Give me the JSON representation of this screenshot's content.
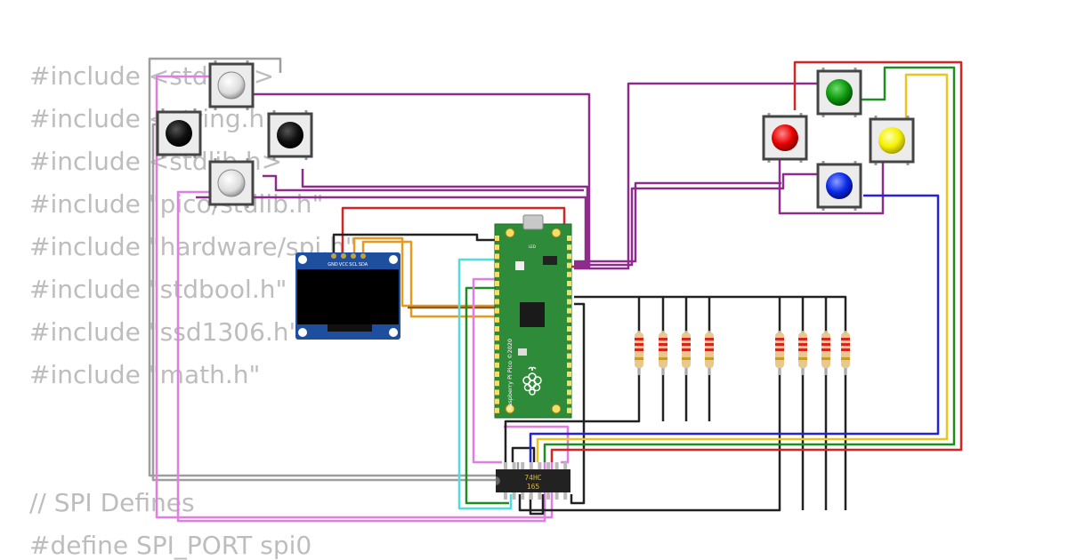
{
  "code": {
    "lines": [
      "#include <stdio.h>",
      "#include <string.h>",
      "#include <stdlib.h>",
      "#include \"pico/stdlib.h\"",
      "#include \"hardware/spi.h\"",
      "#include \"stdbool.h\"",
      "#include \"ssd1306.h\"",
      "#include \"math.h\"",
      "",
      "// SPI Defines",
      "#define SPI_PORT spi0"
    ]
  },
  "oled": {
    "pin_labels": [
      "GND",
      "VCC",
      "SCL",
      "SDA"
    ]
  },
  "pico": {
    "board_text": "Raspberry Pi Pico ©2020",
    "led_label": "LED"
  },
  "shift_register": {
    "label_line1": "74HC",
    "label_line2": "165"
  },
  "buttons": [
    {
      "id": "left-up",
      "cap": "white"
    },
    {
      "id": "left-left",
      "cap": "black"
    },
    {
      "id": "left-right",
      "cap": "black"
    },
    {
      "id": "left-down",
      "cap": "white"
    },
    {
      "id": "right-up",
      "cap": "green"
    },
    {
      "id": "right-left",
      "cap": "red"
    },
    {
      "id": "right-right",
      "cap": "yellow"
    },
    {
      "id": "right-down",
      "cap": "blue"
    }
  ],
  "colors": {
    "code_text": "#bdbdbd",
    "wire_purple": "#8e2c8e",
    "wire_pink": "#e27de2",
    "wire_gray": "#9e9e9e",
    "wire_black": "#222222",
    "wire_red": "#d42424",
    "wire_green": "#1e8e1e",
    "wire_yellow": "#e8c61e",
    "wire_blue": "#2424d4",
    "wire_orange": "#e89a1e",
    "wire_brown": "#8b5a2b",
    "wire_cyan": "#4fdede",
    "pico_green": "#2e8b3a",
    "oled_blue": "#1e4f9e"
  }
}
